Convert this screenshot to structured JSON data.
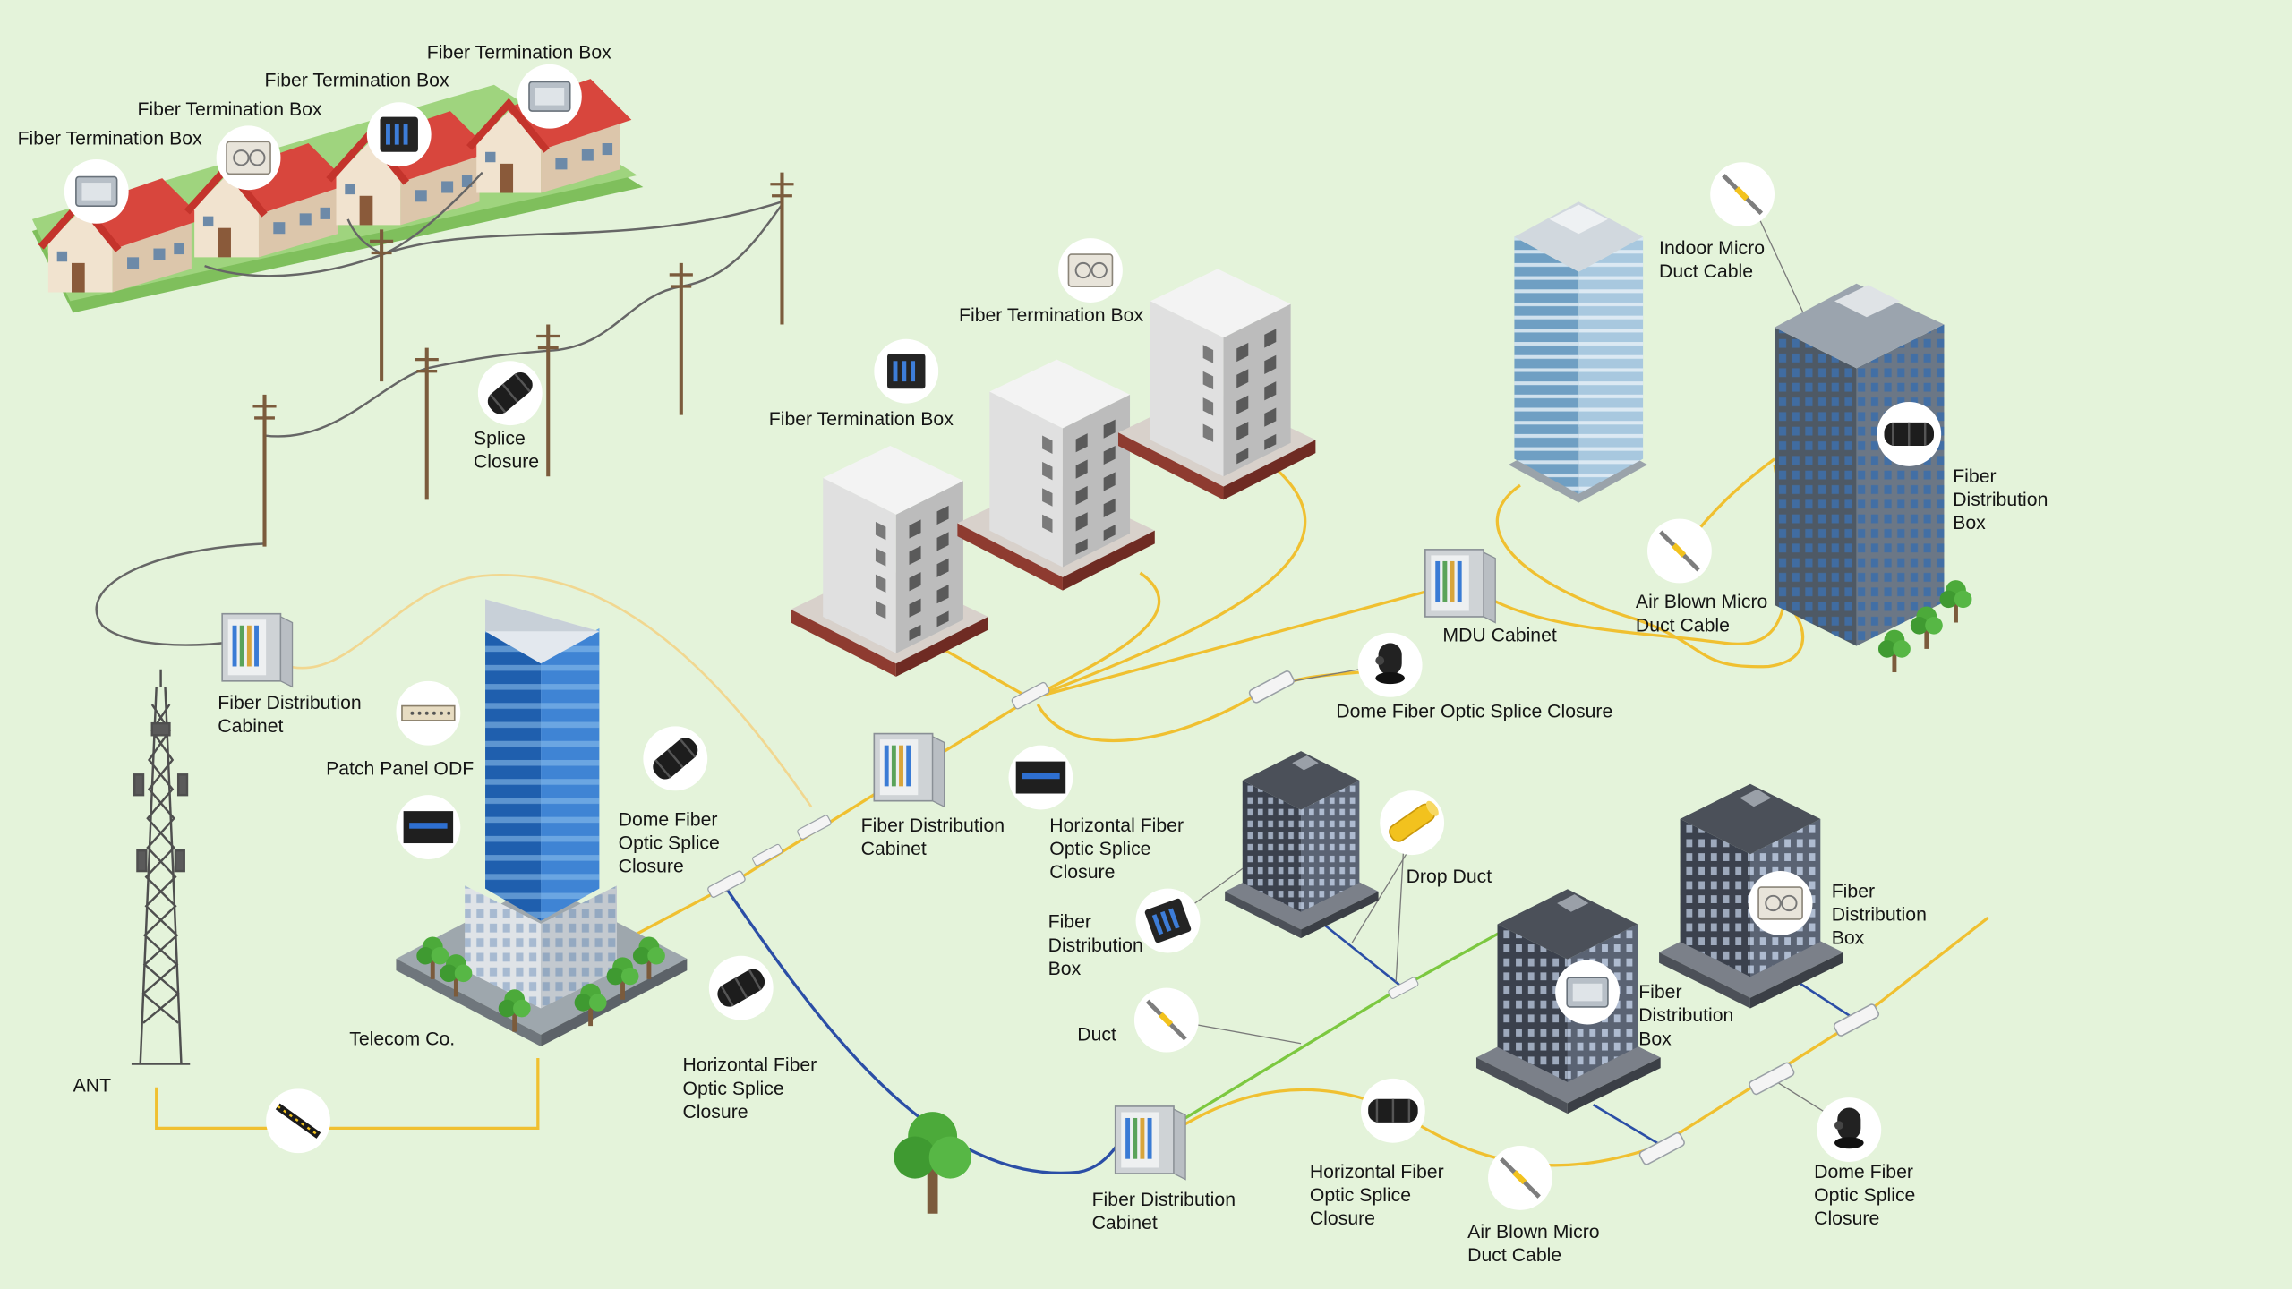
{
  "labels": [
    "Fiber Termination Box",
    "Fiber Termination Box",
    "Fiber Termination Box",
    "Fiber Termination Box",
    "Splice\nClosure",
    "Fiber Distribution\nCabinet",
    "Patch Panel ODF",
    "Dome Fiber\nOptic Splice\nClosure",
    "Telecom Co.",
    "ANT",
    "Horizontal Fiber\nOptic Splice\nClosure",
    "Fiber Distribution\nCabinet",
    "Fiber Termination Box",
    "Fiber Termination Box",
    "Horizontal Fiber\nOptic Splice\nClosure",
    "Fiber\nDistribution\nBox",
    "Drop Duct",
    "Duct",
    "Fiber Distribution\nCabinet",
    "Horizontal Fiber\nOptic Splice\nClosure",
    "Air Blown Micro\nDuct Cable",
    "Dome Fiber\nOptic Splice\nClosure",
    "Fiber\nDistribution\nBox",
    "Fiber\nDistribution\nBox",
    "MDU Cabinet",
    "Dome Fiber Optic Splice Closure",
    "Air Blown Micro\nDuct Cable",
    "Indoor Micro\nDuct Cable",
    "Fiber\nDistribution\nBox"
  ],
  "colors": {
    "background": "#e4f3da",
    "fiber_cable": "#f0c030",
    "light_fiber_cable": "#f1d790",
    "blue_drop_cable": "#2b4ea6",
    "green_duct": "#7cc840",
    "aerial_cable": "#666666"
  }
}
